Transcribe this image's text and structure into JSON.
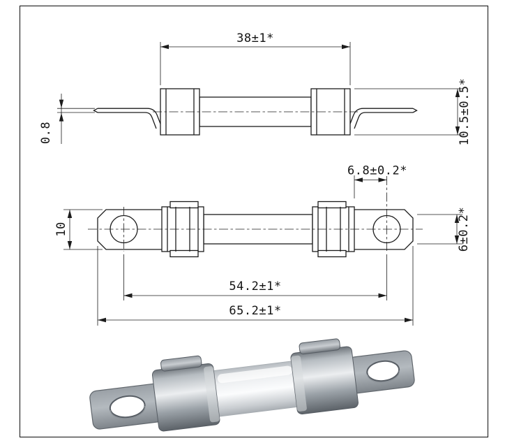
{
  "drawing": {
    "component": "fuse",
    "line_color": "#1c1c1c",
    "background": "#ffffff"
  },
  "views": {
    "top": {
      "dims": {
        "length": "38±1*",
        "lead_thickness": "0.8",
        "cap_diameter": "10.5±0.5*"
      }
    },
    "middle": {
      "dims": {
        "cap_to_hole_center": "6.8±0.2*",
        "tab_width": "10",
        "body_diameter": "6±0.2*",
        "hole_center_distance": "54.2±1*",
        "overall_length": "65.2±1*"
      }
    },
    "render": {
      "metal_color": "#9ba2a8",
      "ceramic_color": "#fbfcfd",
      "tab_color": "#b4babf"
    }
  }
}
